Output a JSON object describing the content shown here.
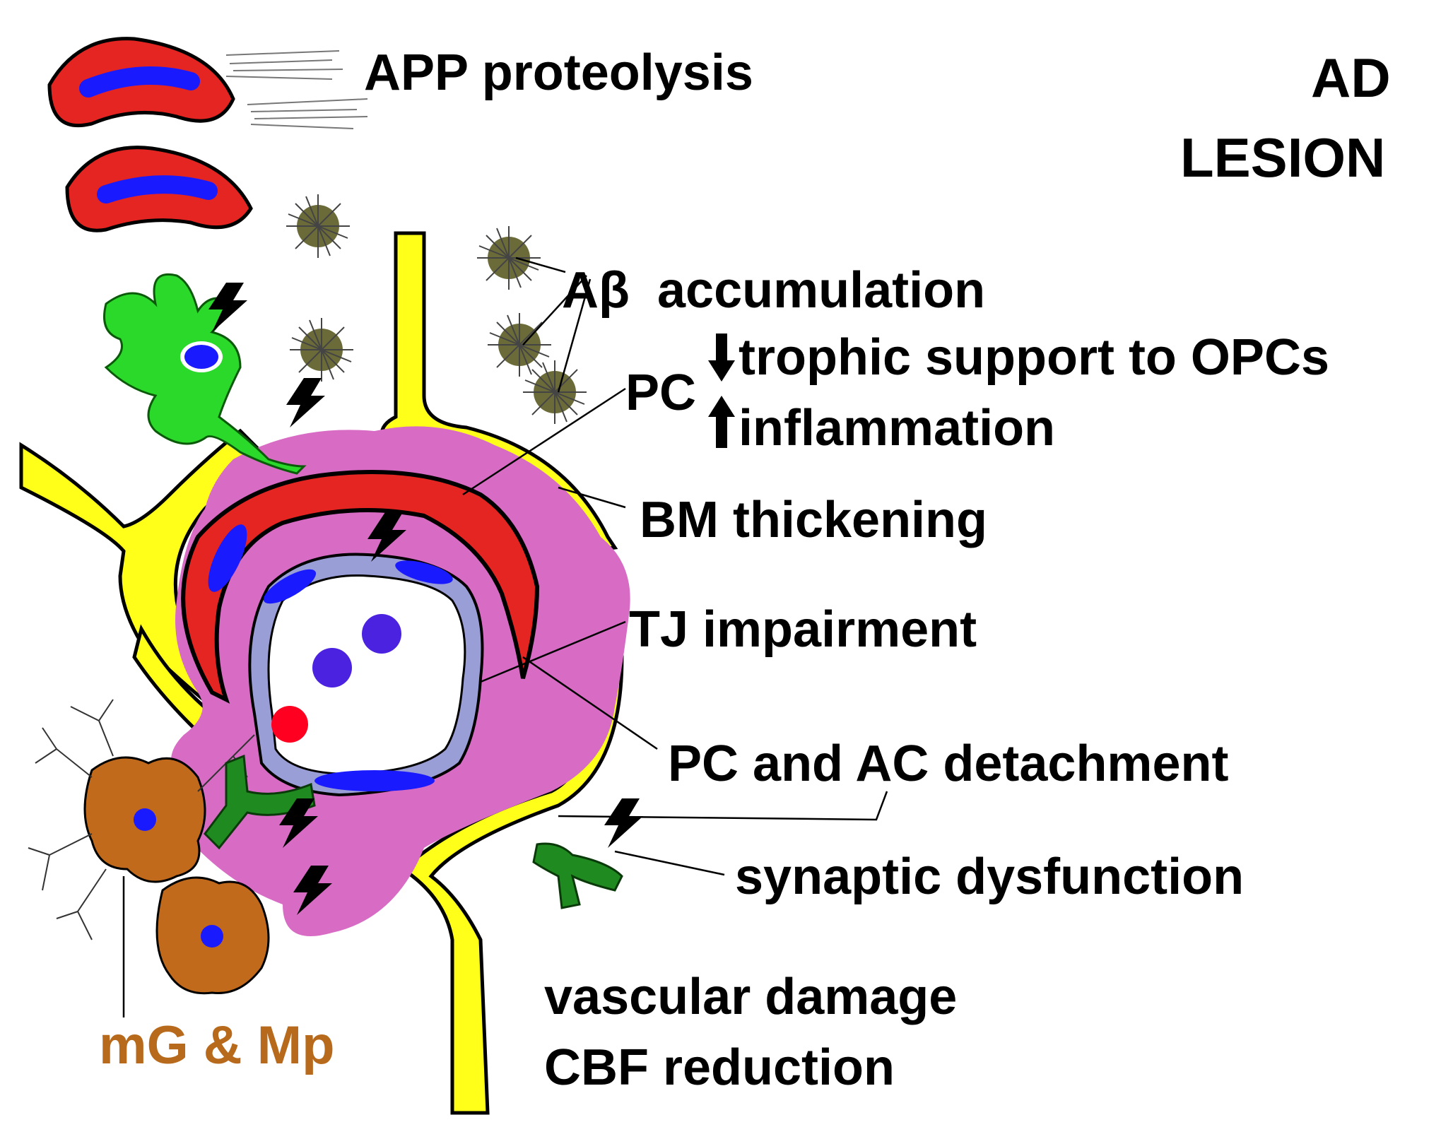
{
  "labels": {
    "title_line1": "AD",
    "title_line2": "LESION",
    "app": "APP proteolysis",
    "abeta_symbol": "Aβ",
    "abeta_text": "accumulation",
    "pc": "PC",
    "trophic": "trophic support to OPCs",
    "inflammation": "inflammation",
    "bm": "BM thickening",
    "tj": "TJ impairment",
    "detach": "PC and AC detachment",
    "synaptic": "synaptic dysfunction",
    "vascular": "vascular damage",
    "cbf": "CBF reduction",
    "mg": "mG & Mp"
  },
  "colors": {
    "neuron_body": "#e52521",
    "nucleus": "#1a1aff",
    "astrocyte": "#2bd92b",
    "plaque": "#6b6b3a",
    "vessel_yellow": "#ffff1a",
    "lesion_pink": "#d86bc4",
    "endothelium": "#9a9ed6",
    "microglia": "#c26a1c",
    "synapse_green": "#1f8a1f",
    "mg_label": "#b86a1c"
  },
  "icons": {
    "arrow_down": "down-arrow-icon",
    "arrow_up": "up-arrow-icon",
    "bolt": "lightning-bolt-icon"
  }
}
